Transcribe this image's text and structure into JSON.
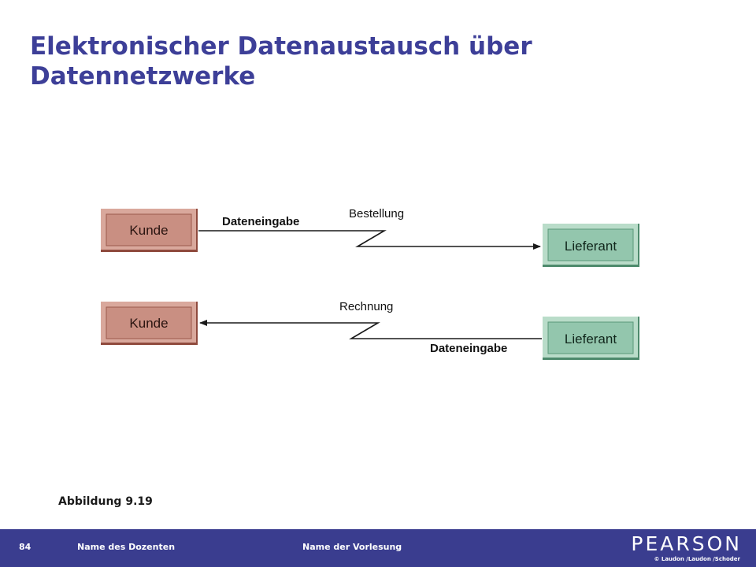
{
  "slide": {
    "title_line1": "Elektronischer Datenaustausch über",
    "title_line2": "Datennetzwerke",
    "caption": "Abbildung 9.19"
  },
  "diagram": {
    "top_customer": "Kunde",
    "top_supplier": "Lieferant",
    "top_entry_label": "Dateneingabe",
    "top_document_label": "Bestellung",
    "bottom_customer": "Kunde",
    "bottom_supplier": "Lieferant",
    "bottom_document_label": "Rechnung",
    "bottom_entry_label": "Dateneingabe",
    "colors": {
      "customer_fill": "#c98f82",
      "customer_dark": "#8f4a3d",
      "supplier_fill": "#93c6ad",
      "supplier_dark": "#4d8a6c"
    }
  },
  "footer": {
    "page_number": "84",
    "lecturer": "Name des Dozenten",
    "course": "Name der Vorlesung",
    "logo": "PEARSON",
    "copyright": "© Laudon /Laudon /Schoder"
  }
}
